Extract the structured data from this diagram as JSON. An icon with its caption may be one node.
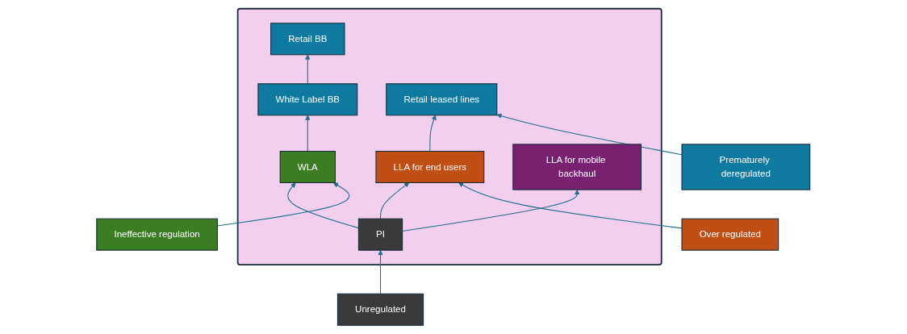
{
  "diagram": {
    "nodes": [
      {
        "text": [],
        "shape": "chevron"
      },
      {
        "text": [
          "PI"
        ],
        "in": 0
      },
      {
        "text": [
          "WLA"
        ],
        "in": 0
      },
      {
        "text": [
          "White Label BB"
        ],
        "in": 0
      },
      {
        "text": [
          "Retail BB"
        ],
        "in": 0
      },
      {
        "text": [
          "LLA for end users"
        ],
        "in": 0
      },
      {
        "text": [
          "Retail leased lines"
        ],
        "in": 0
      },
      {
        "text": [
          "LLA for mobile backhaul"
        ],
        "in": 0
      },
      {
        "text": [
          "Unregulated"
        ]
      },
      {
        "text": [
          "Ineffective regulation"
        ]
      },
      {
        "text": [
          "Over regulated"
        ]
      },
      {
        "text": [
          "Prematurely deregulated"
        ]
      }
    ],
    "edges": [
      {
        "from": 1,
        "to": 2,
        "arrow": "to"
      },
      {
        "from": 1,
        "to": 5,
        "arrow": "to"
      },
      {
        "from": 1,
        "to": 7,
        "arrow": "to"
      },
      {
        "from": 2,
        "to": 3,
        "arrow": "to"
      },
      {
        "from": 3,
        "to": 4,
        "arrow": "to"
      },
      {
        "from": 5,
        "to": 6,
        "arrow": "to"
      },
      {
        "from": 8,
        "to": 1,
        "arrow": "to"
      },
      {
        "from": 9,
        "to": 2,
        "arrow": "to"
      },
      {
        "from": 10,
        "to": 5,
        "arrow": "to"
      },
      {
        "from": 11,
        "to": 6,
        "arrow": "to"
      }
    ]
  }
}
